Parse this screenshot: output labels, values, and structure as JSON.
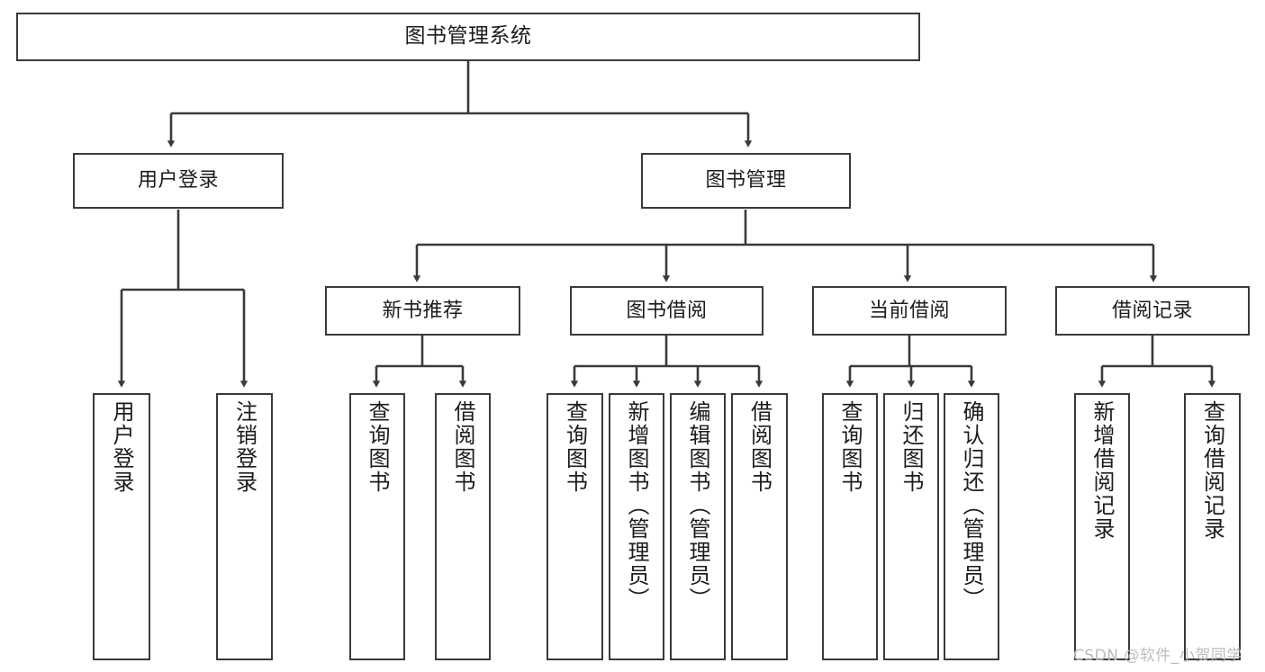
{
  "diagram": {
    "title": "图书管理系统",
    "type": "tree-hierarchy",
    "watermark": "CSDN @软件_小贺同学",
    "stroke_color": "#3a3a3a",
    "text_color": "#1c1c1c",
    "background_color": "#ffffff",
    "watermark_color": "#bcbcbc"
  },
  "nodes": {
    "root": {
      "label": "图书管理系统"
    },
    "level2": [
      {
        "label": "用户登录"
      },
      {
        "label": "图书管理"
      }
    ],
    "level3": [
      {
        "label": "新书推荐"
      },
      {
        "label": "图书借阅"
      },
      {
        "label": "当前借阅"
      },
      {
        "label": "借阅记录"
      }
    ],
    "leaves": {
      "user_login": [
        {
          "label": "用户登录"
        },
        {
          "label": "注销登录"
        }
      ],
      "new_book_recommend": [
        {
          "label": "查询图书"
        },
        {
          "label": "借阅图书"
        }
      ],
      "book_borrow": [
        {
          "label": "查询图书"
        },
        {
          "label": "新增图书（管理员）"
        },
        {
          "label": "编辑图书（管理员）"
        },
        {
          "label": "借阅图书"
        }
      ],
      "current_borrow": [
        {
          "label": "查询图书"
        },
        {
          "label": "归还图书"
        },
        {
          "label": "确认归还（管理员）"
        }
      ],
      "borrow_record": [
        {
          "label": "新增借阅记录"
        },
        {
          "label": "查询借阅记录"
        }
      ]
    }
  }
}
